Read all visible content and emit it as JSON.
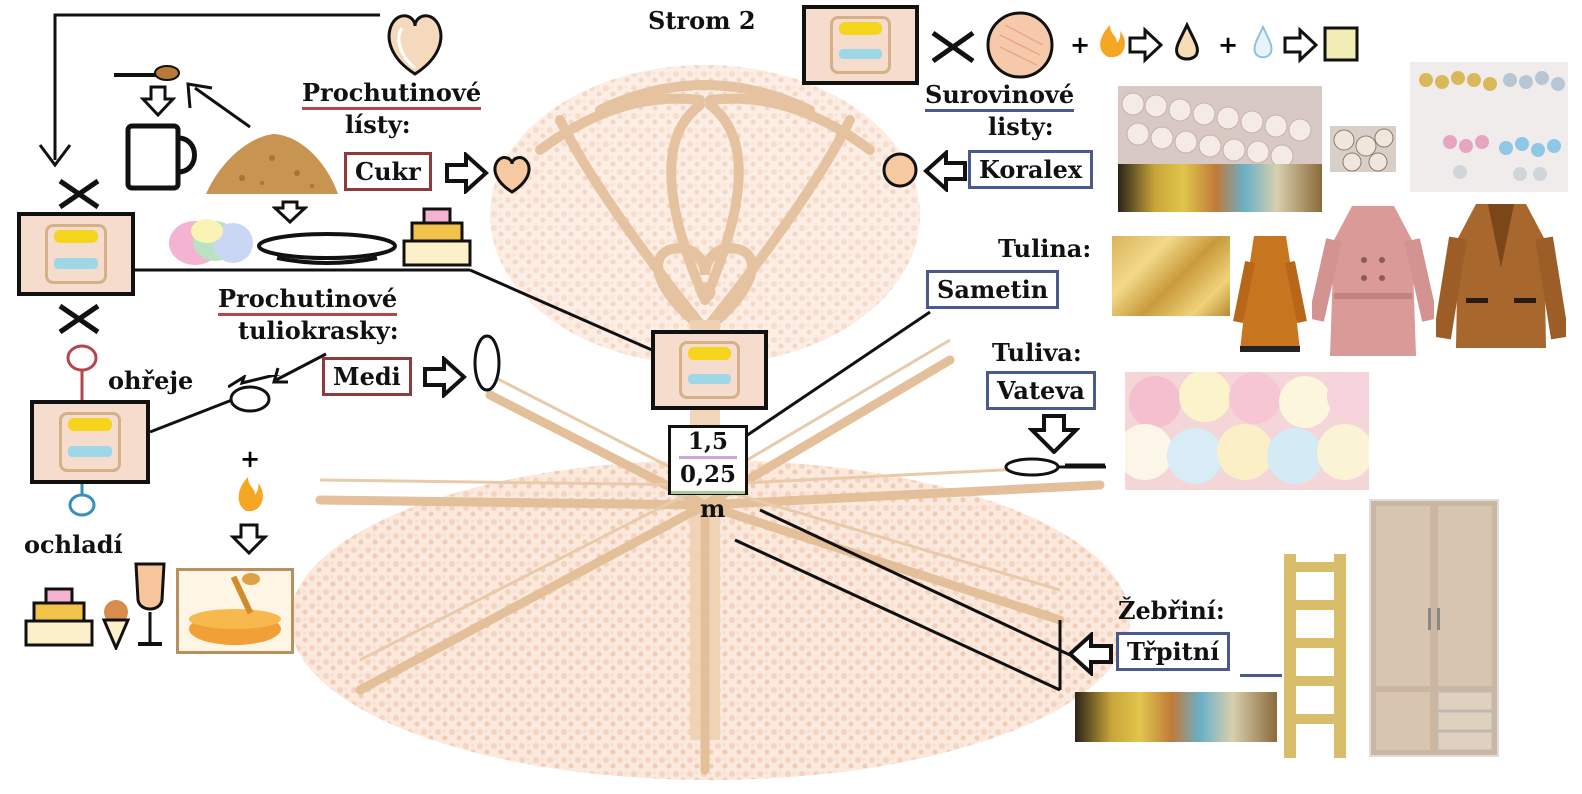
{
  "title": "Strom 2",
  "labels": {
    "prochutinove_listy": "Prochutinové",
    "prochutinove_listy_2": "lísty:",
    "cukr": "Cukr",
    "surovinove_listy": "Surovinové",
    "surovinove_listy_2": "listy:",
    "koralex": "Koralex",
    "tulina": "Tulina:",
    "sametin": "Sametin",
    "tuliva": "Tuliva:",
    "vateva": "Vateva",
    "prochutinove_tuliokrasky": "Prochutinové",
    "prochutinove_tuliokrasky_2": "tuliokrasky:",
    "medi": "Medi",
    "ohreje": "ohřeje",
    "ochladi": "ochladí",
    "zebrini": "Žebřiní:",
    "trpitni": "Třpitní",
    "size_top": "1,5",
    "size_bottom": "0,25",
    "unit": "m",
    "plus": "+"
  },
  "colors": {
    "red_accent": "#8b3a3e",
    "blue_accent": "#4b5a8c",
    "peach": "#f6c9a3",
    "yellow": "#f4d41c",
    "light_blue": "#9ed8e6"
  },
  "icons": [
    "heart-leaf-icon",
    "spoon-icon",
    "mug-icon",
    "sugar-pile-icon",
    "cotton-candy-icon",
    "plate-icon",
    "cake-icon",
    "flame-icon",
    "drop-icon",
    "water-drop-icon",
    "square-icon",
    "arrow-right-icon",
    "arrow-down-icon",
    "cross-icon",
    "honey-bowl-icon",
    "wine-glass-icon",
    "ice-cream-icon",
    "ladder-icon",
    "wardrobe-icon"
  ]
}
